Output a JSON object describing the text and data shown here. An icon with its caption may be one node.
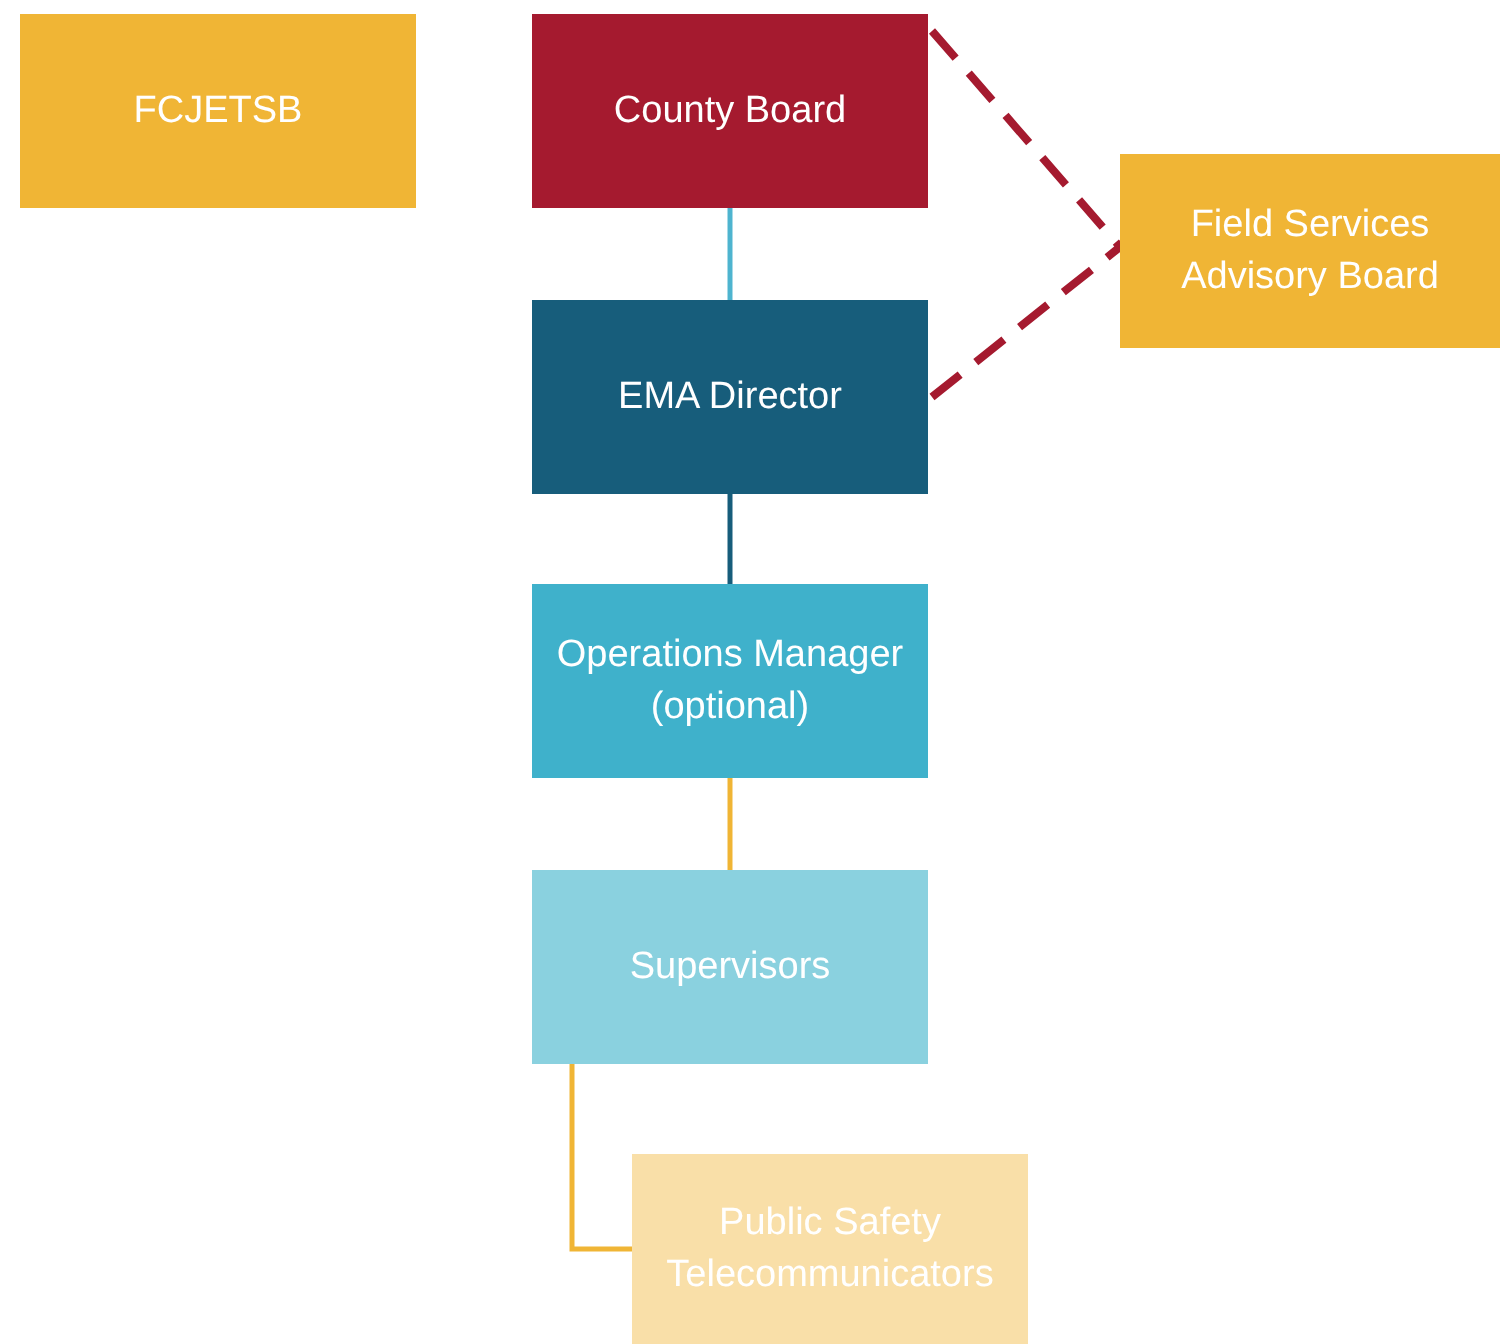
{
  "diagram": {
    "nodes": [
      {
        "text": [
          "FCJETSB"
        ]
      },
      {
        "text": [
          "County Board"
        ]
      },
      {
        "text": [
          "Field Services Advisory Board"
        ]
      },
      {
        "text": [
          "EMA Director"
        ]
      },
      {
        "text": [
          "Operations Manager (optional)"
        ]
      },
      {
        "text": [
          "Supervisors"
        ]
      },
      {
        "text": [
          "Public Safety Telecommunicators"
        ]
      }
    ],
    "edges": [
      {
        "from": 1,
        "to": 3,
        "arrow": "none",
        "color": "#4eb4cf"
      },
      {
        "from": 3,
        "to": 4,
        "arrow": "none",
        "color": "#175d7b"
      },
      {
        "from": 4,
        "to": 5,
        "arrow": "none",
        "color": "#f0b535"
      },
      {
        "from": 5,
        "to": 6,
        "arrow": "none",
        "color": "#f0b535"
      },
      {
        "from": 1,
        "to": 2,
        "arrow": "none",
        "style": "dashed",
        "color": "#a51a2f"
      },
      {
        "from": 3,
        "to": 2,
        "arrow": "none",
        "style": "dashed",
        "color": "#a51a2f"
      }
    ]
  }
}
